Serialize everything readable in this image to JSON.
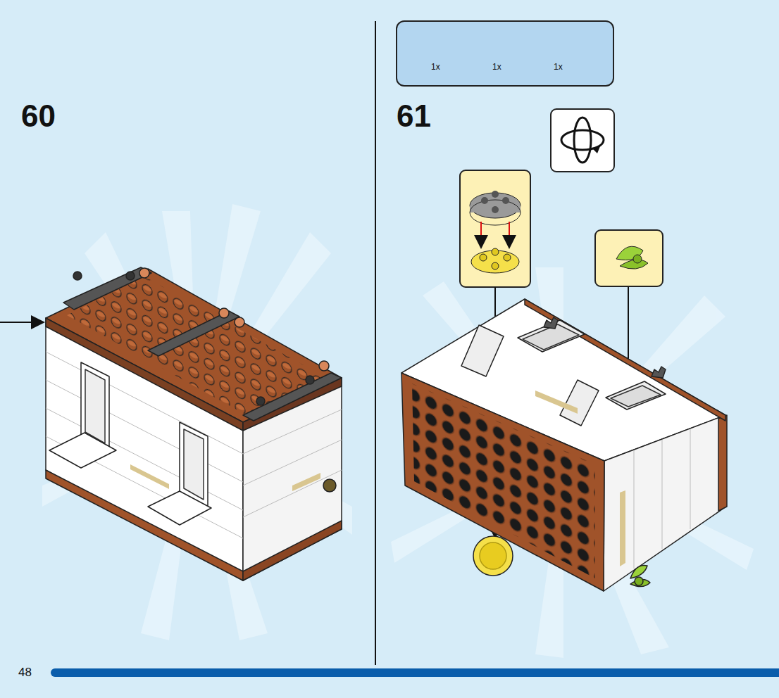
{
  "diagram": {
    "nodes": [
      {
        "text": [
          "1x",
          "1x",
          "1x"
        ]
      }
    ],
    "labels": [
      "60",
      "61",
      "48"
    ]
  }
}
